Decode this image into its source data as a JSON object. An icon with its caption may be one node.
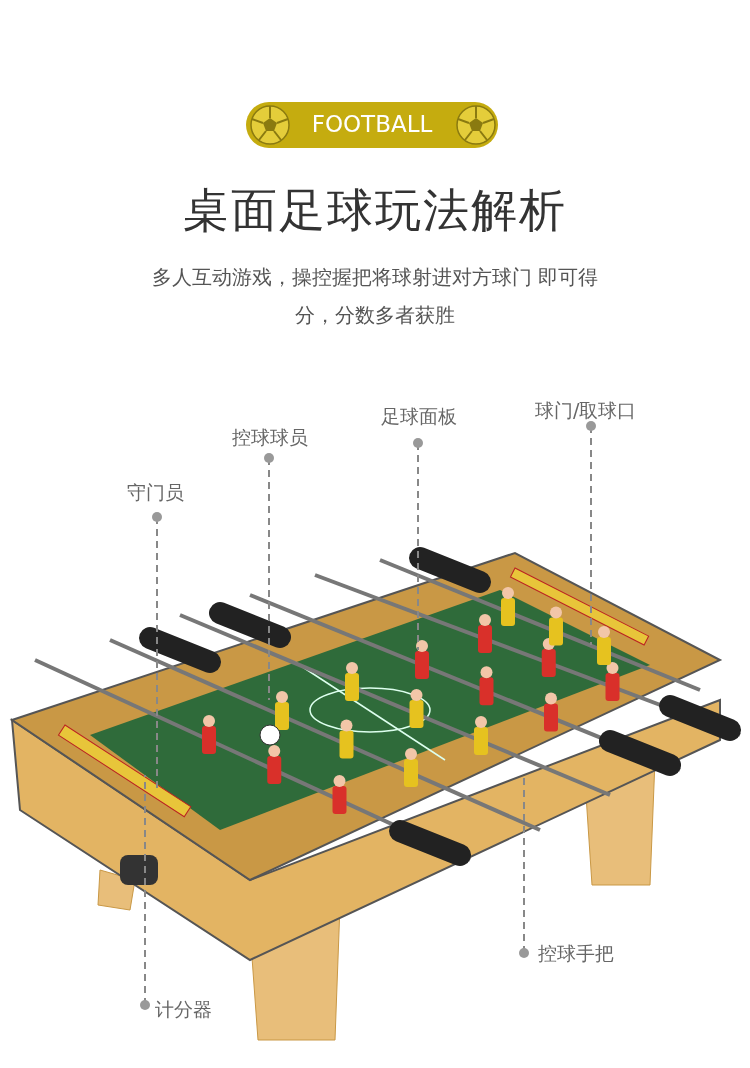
{
  "diagram": {
    "title": "桌面足球玩法解析",
    "nodes": [
      {
        "text": [
          "FOOTBALL"
        ]
      },
      {
        "text": [
          "守门员"
        ]
      },
      {
        "text": [
          "控球球员"
        ]
      },
      {
        "text": [
          "足球面板"
        ]
      },
      {
        "text": [
          "球门/取球口"
        ]
      },
      {
        "text": [
          "控球手把"
        ]
      },
      {
        "text": [
          "计分器"
        ]
      }
    ],
    "edges": [
      {
        "from": 1,
        "to": null,
        "arrow": "other",
        "style": "dashed"
      },
      {
        "from": 2,
        "to": null,
        "arrow": "other",
        "style": "dashed"
      },
      {
        "from": 3,
        "to": null,
        "arrow": "other",
        "style": "dashed"
      },
      {
        "from": 4,
        "to": null,
        "arrow": "other",
        "style": "dashed"
      },
      {
        "from": 5,
        "to": null,
        "arrow": "other",
        "style": "dashed"
      },
      {
        "from": 6,
        "to": null,
        "arrow": "other",
        "style": "dashed"
      }
    ],
    "labels": [
      "多人互动游戏，操控握把将球射进对方球门 即可得分，分数多者获胜"
    ]
  }
}
